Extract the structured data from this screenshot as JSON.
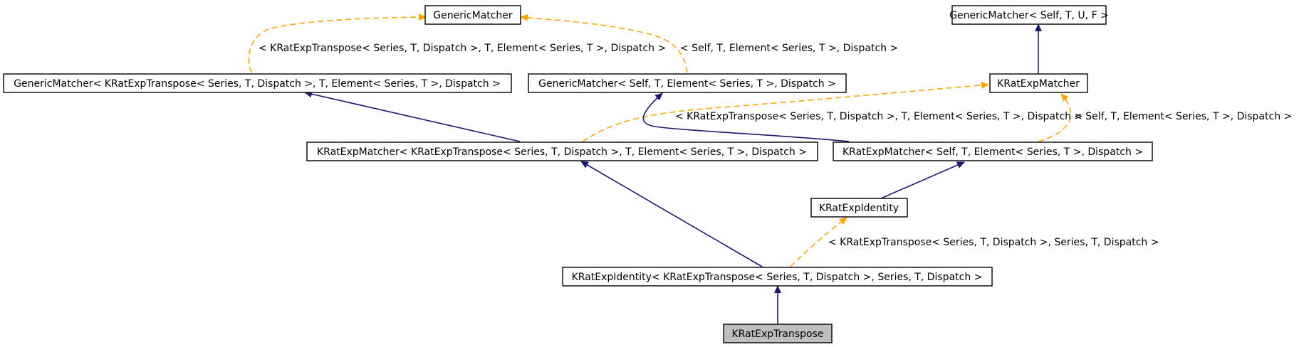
{
  "colors": {
    "inheritance_edge": "#191970",
    "template_edge": "#FFA500",
    "node_border": "#000000",
    "node_fill": "#FFFFFF",
    "current_node_fill": "#BFBFBF"
  },
  "nodes": {
    "generic_matcher": "GenericMatcher",
    "generic_matcher_self_tuf": "GenericMatcher< Self, T, U, F >",
    "generic_matcher_kratexptranspose": "GenericMatcher< KRatExpTranspose< Series, T, Dispatch >, T, Element< Series, T >, Dispatch >",
    "generic_matcher_self_t_element": "GenericMatcher< Self, T, Element< Series, T >, Dispatch >",
    "kratexpmatcher": "KRatExpMatcher",
    "kratexpmatcher_kratexptranspose": "KRatExpMatcher< KRatExpTranspose< Series, T, Dispatch >, T, Element< Series, T >, Dispatch >",
    "kratexpmatcher_self_t_element": "KRatExpMatcher< Self, T, Element< Series, T >, Dispatch >",
    "kratexpidentity": "KRatExpIdentity",
    "kratexpidentity_kratexptranspose": "KRatExpIdentity< KRatExpTranspose< Series, T, Dispatch >, Series, T, Dispatch >",
    "kratexptranspose": "KRatExpTranspose"
  },
  "edge_labels": {
    "gm_kratexptranspose_args": "< KRatExpTranspose< Series, T, Dispatch >, T, Element< Series, T >, Dispatch >",
    "gm_self_args": "< Self, T, Element< Series, T >, Dispatch >",
    "krm_kratexptranspose_args": "< KRatExpTranspose< Series, T, Dispatch >, T, Element< Series, T >, Dispatch >",
    "krm_self_args": "< Self, T, Element< Series, T >, Dispatch >",
    "kri_kratexptranspose_args": "< KRatExpTranspose< Series, T, Dispatch >, Series, T, Dispatch >"
  }
}
